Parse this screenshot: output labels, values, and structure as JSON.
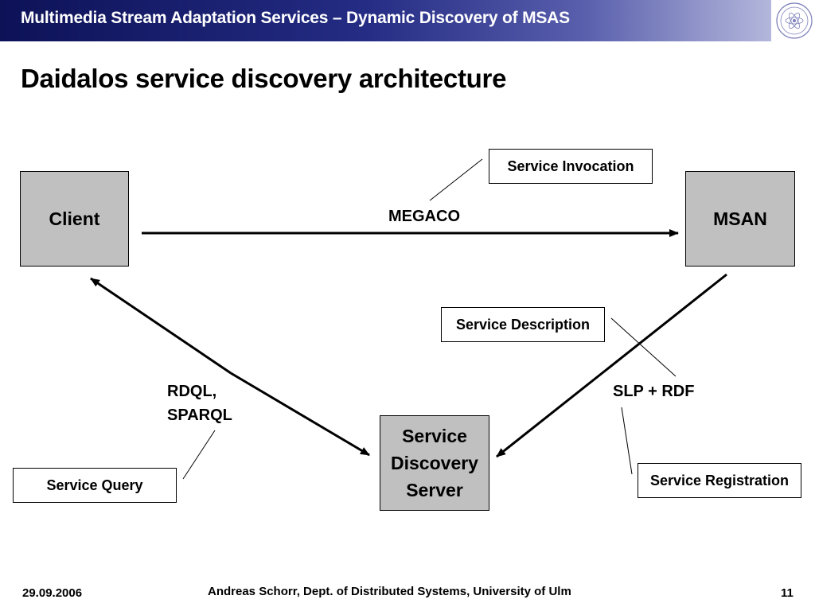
{
  "header": {
    "title": "Multimedia Stream Adaptation Services – Dynamic Discovery of MSAS"
  },
  "slide": {
    "title": "Daidalos service discovery architecture"
  },
  "nodes": {
    "client": "Client",
    "msan": "MSAN",
    "sds_line1": "Service",
    "sds_line2": "Discovery",
    "sds_line3": "Server"
  },
  "callouts": {
    "service_invocation": "Service Invocation",
    "service_description": "Service Description",
    "service_query": "Service Query",
    "service_registration": "Service Registration"
  },
  "edge_labels": {
    "megaco": "MEGACO",
    "rdql_line1": "RDQL,",
    "rdql_line2": "SPARQL",
    "slp_rdf": "SLP + RDF"
  },
  "footer": {
    "date": "29.09.2006",
    "author": "Andreas Schorr, Dept. of Distributed Systems, University of Ulm",
    "page_number": "11"
  },
  "colors": {
    "header_dark": "#0d1257",
    "header_light": "#c9cbe6",
    "node_fill": "#c0c0c0"
  },
  "icons": {
    "logo": "university-seal-icon"
  }
}
